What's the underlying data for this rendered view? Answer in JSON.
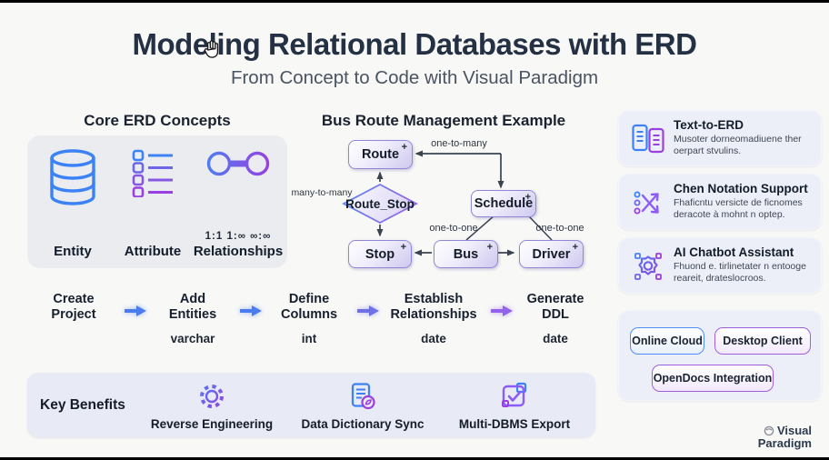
{
  "title": {
    "main": "Modeling Relational Databases with ERD",
    "subtitle": "From Concept to Code with Visual Paradigm"
  },
  "core_concepts": {
    "heading": "Core ERD Concepts",
    "items": [
      {
        "label": "Entity"
      },
      {
        "label": "Attribute"
      },
      {
        "label": "Relationships",
        "cardinality": "1:1  1:∞  ∞:∞"
      }
    ]
  },
  "diagram": {
    "heading": "Bus Route Management Example",
    "plus": "+",
    "entities": {
      "route": "Route",
      "schedule": "Schedule",
      "stop": "Stop",
      "bus": "Bus",
      "driver": "Driver"
    },
    "relationship": "Route_Stop",
    "labels": {
      "one_to_many": "one-to-many",
      "many_to_many": "many-to-many",
      "one_to_one_left": "one-to-one",
      "one_to_one_right": "one-to-one"
    }
  },
  "features": [
    {
      "title": "Text-to-ERD",
      "description": "Musoter dorneomadiuene ther oerpart stvulins."
    },
    {
      "title": "Chen Notation Support",
      "description": "Fhaficntu versicte de ficnomes deracote à mohnt n optep."
    },
    {
      "title": "AI Chatbot Assistant",
      "description": "Fhuond e. tirlinetater n entooge reareit, drateslocroos."
    }
  ],
  "platforms": {
    "buttons": [
      {
        "label": "Online Cloud"
      },
      {
        "label": "Desktop Client"
      },
      {
        "label": "OpenDocs Integration"
      }
    ]
  },
  "workflow": {
    "steps": [
      {
        "label": "Create Project",
        "sublabel": ""
      },
      {
        "label": "Add Entities",
        "sublabel": "varchar"
      },
      {
        "label": "Define Columns",
        "sublabel": "int"
      },
      {
        "label": "Establish Relationships",
        "sublabel": "date"
      },
      {
        "label": "Generate DDL",
        "sublabel": "date"
      }
    ]
  },
  "benefits": {
    "heading": "Key Benefits",
    "items": [
      {
        "label": "Reverse Engineering"
      },
      {
        "label": "Data Dictionary Sync"
      },
      {
        "label": "Multi-DBMS Export"
      }
    ]
  },
  "brand": {
    "line1": "Visual",
    "line2": "Paradigm"
  },
  "colors": {
    "accent_blue": "#3b82f6",
    "accent_purple": "#8b5cf6",
    "title_text": "#243043"
  }
}
